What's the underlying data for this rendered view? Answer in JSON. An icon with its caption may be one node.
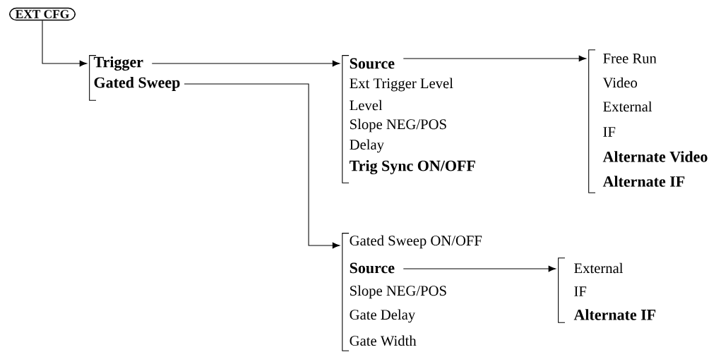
{
  "diagram": {
    "nodes": [
      {
        "text": [
          "EXT CFG"
        ]
      },
      {
        "text": [],
        "shape": "bracket"
      },
      {
        "text": [
          "Trigger"
        ]
      },
      {
        "text": [
          "Gated Sweep"
        ]
      },
      {
        "text": [],
        "shape": "bracket"
      },
      {
        "text": [
          "Source"
        ]
      },
      {
        "text": [
          "Ext Trigger Level"
        ]
      },
      {
        "text": [
          "Level"
        ]
      },
      {
        "text": [
          "Slope NEG/POS"
        ]
      },
      {
        "text": [
          "Delay"
        ]
      },
      {
        "text": [
          "Trig Sync ON/OFF"
        ]
      },
      {
        "text": [],
        "shape": "bracket"
      },
      {
        "text": [
          "Free Run"
        ]
      },
      {
        "text": [
          "Video"
        ]
      },
      {
        "text": [
          "External"
        ]
      },
      {
        "text": [
          "IF"
        ]
      },
      {
        "text": [
          "Alternate Video"
        ]
      },
      {
        "text": [
          "Alternate IF"
        ]
      },
      {
        "text": [],
        "shape": "bracket"
      },
      {
        "text": [
          "Gated Sweep ON/OFF"
        ]
      },
      {
        "text": [
          "Source"
        ]
      },
      {
        "text": [
          "Slope NEG/POS"
        ]
      },
      {
        "text": [
          "Gate Delay"
        ]
      },
      {
        "text": [
          "Gate Width"
        ]
      },
      {
        "text": [],
        "shape": "bracket"
      },
      {
        "text": [
          "External"
        ]
      },
      {
        "text": [
          "IF"
        ]
      },
      {
        "text": [
          "Alternate IF"
        ]
      }
    ],
    "edges": [
      {
        "from": 0,
        "to": 1,
        "arrow": "to"
      },
      {
        "from": 2,
        "to": 4,
        "arrow": "to"
      },
      {
        "from": 5,
        "to": 11,
        "arrow": "to"
      },
      {
        "from": 3,
        "to": 18,
        "arrow": "to"
      },
      {
        "from": 20,
        "to": 24,
        "arrow": "to"
      }
    ]
  }
}
